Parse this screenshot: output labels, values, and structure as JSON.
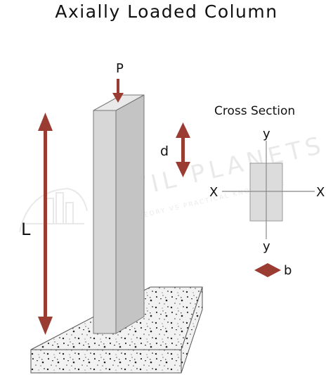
{
  "title": "Axially Loaded Column",
  "labels": {
    "load": "P",
    "length": "L",
    "depth": "d",
    "width": "b"
  },
  "cross_section": {
    "title": "Cross Section",
    "x_axis_left": "X",
    "x_axis_right": "X",
    "y_axis_top": "y",
    "y_axis_bottom": "y"
  },
  "watermark": {
    "brand": "CIVIL PLANETS",
    "tagline": "THEORY VS PRACTICAL KNOWLEDGE"
  },
  "colors": {
    "arrow": "#9b3c33",
    "column_front": "#d6d6d6",
    "column_side": "#c2c2c2",
    "column_top": "#e8e8e8",
    "section_fill": "#dcdcdc"
  }
}
